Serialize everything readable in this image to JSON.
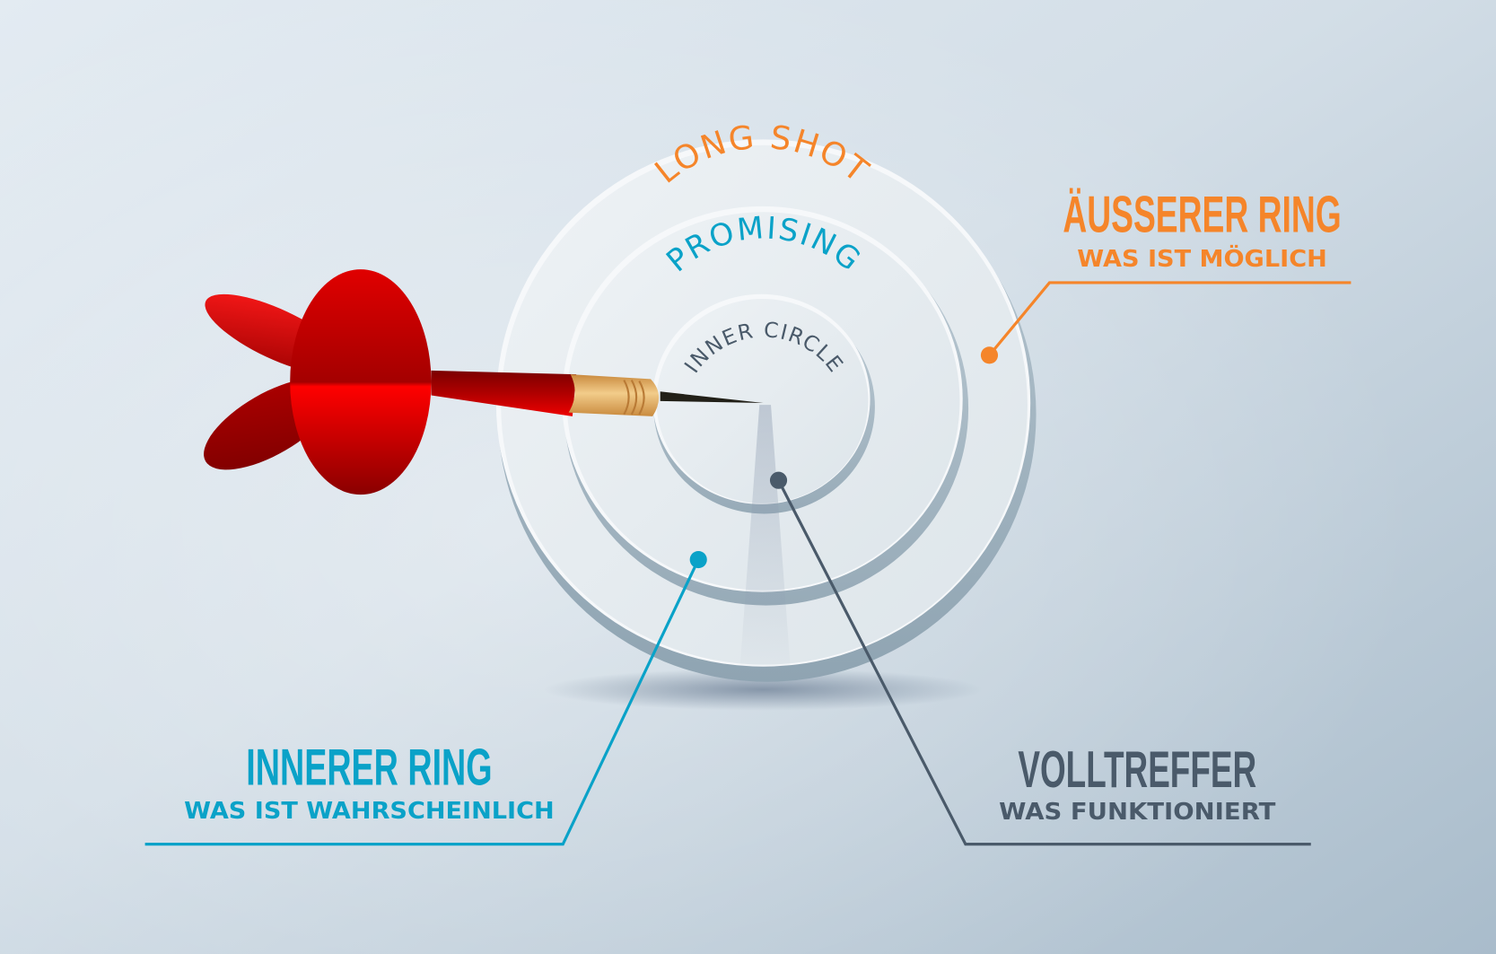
{
  "diagram": {
    "type": "dartboard-concentric-rings",
    "colors": {
      "orange": "#f5852a",
      "blue": "#0aa2c8",
      "slate": "#4a5a6a",
      "dart_red": "#e00000",
      "dart_dark_red": "#8a0000",
      "dart_gold": "#e0a860",
      "background": "#cfdbe4",
      "board": "#e6ebee"
    },
    "rings": [
      {
        "id": "outer",
        "label": "LONG SHOT",
        "color": "#f5852a"
      },
      {
        "id": "middle",
        "label": "PROMISING",
        "color": "#0aa2c8"
      },
      {
        "id": "inner",
        "label": "INNER CIRCLE",
        "color": "#4a5a6a"
      }
    ],
    "callouts": {
      "outer": {
        "title": "ÄUSSERER RING",
        "subtitle": "WAS IST MÖGLICH",
        "color": "#f5852a"
      },
      "middle": {
        "title": "INNERER RING",
        "subtitle": "WAS IST WAHRSCHEINLICH",
        "color": "#0aa2c8"
      },
      "center": {
        "title": "VOLLTREFFER",
        "subtitle": "WAS FUNKTIONIERT",
        "color": "#4a5a6a"
      }
    },
    "icons": {
      "dart": "dart-icon",
      "target": "target-icon"
    }
  }
}
